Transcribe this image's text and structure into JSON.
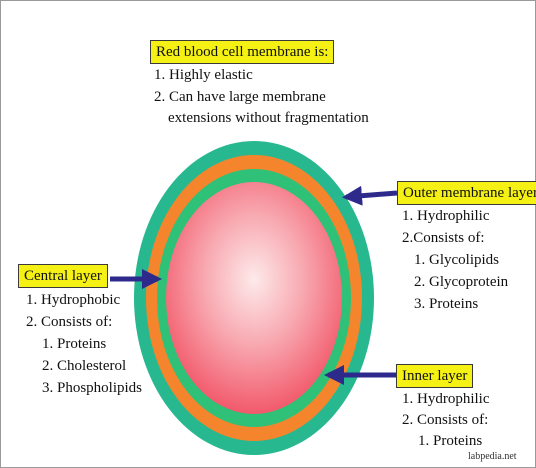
{
  "colors": {
    "highlight": "#f5f115",
    "outer_layer": "#27b890",
    "middle_layer": "#f4852c",
    "inner_layer": "#2fc178",
    "cell_center": "#fdeaea",
    "cell_edge": "#f14f62",
    "arrow": "#2e2a8c"
  },
  "membrane": {
    "title": "Red blood cell membrane is:",
    "points": [
      "1. Highly elastic",
      "2. Can have large membrane",
      "extensions without fragmentation"
    ]
  },
  "outer_layer": {
    "title": "Outer membrane layer",
    "points": [
      "1. Hydrophilic",
      "2.Consists of:",
      "1. Glycolipids",
      "2. Glycoprotein",
      "3. Proteins"
    ]
  },
  "central_layer": {
    "title": "Central layer",
    "points": [
      "1. Hydrophobic",
      "2. Consists of:",
      "1. Proteins",
      "2. Cholesterol",
      "3. Phospholipids"
    ]
  },
  "inner_layer": {
    "title": "Inner layer",
    "points": [
      "1. Hydrophilic",
      "2. Consists of:",
      "1. Proteins"
    ]
  },
  "credit": "labpedia.net"
}
